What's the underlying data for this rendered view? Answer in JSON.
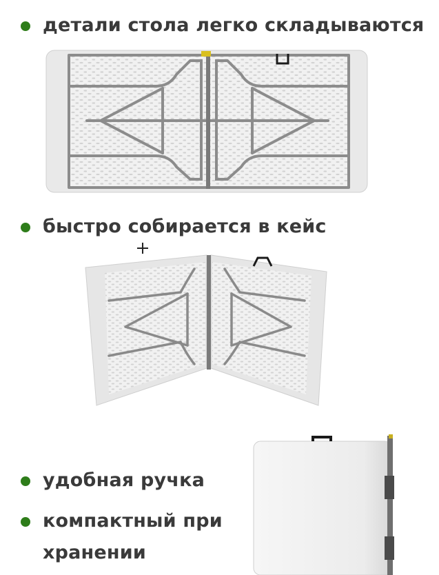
{
  "accent": "#2e7d1a",
  "features": [
    {
      "text": "детали стола легко складываются"
    },
    {
      "text": "быстро собирается в кейс"
    },
    {
      "text": "удобная ручка"
    },
    {
      "text": "компактный при хранении"
    }
  ],
  "icons": {
    "bullet": "green-dot-bullet-icon",
    "cursor": "crosshair-cursor-icon"
  }
}
